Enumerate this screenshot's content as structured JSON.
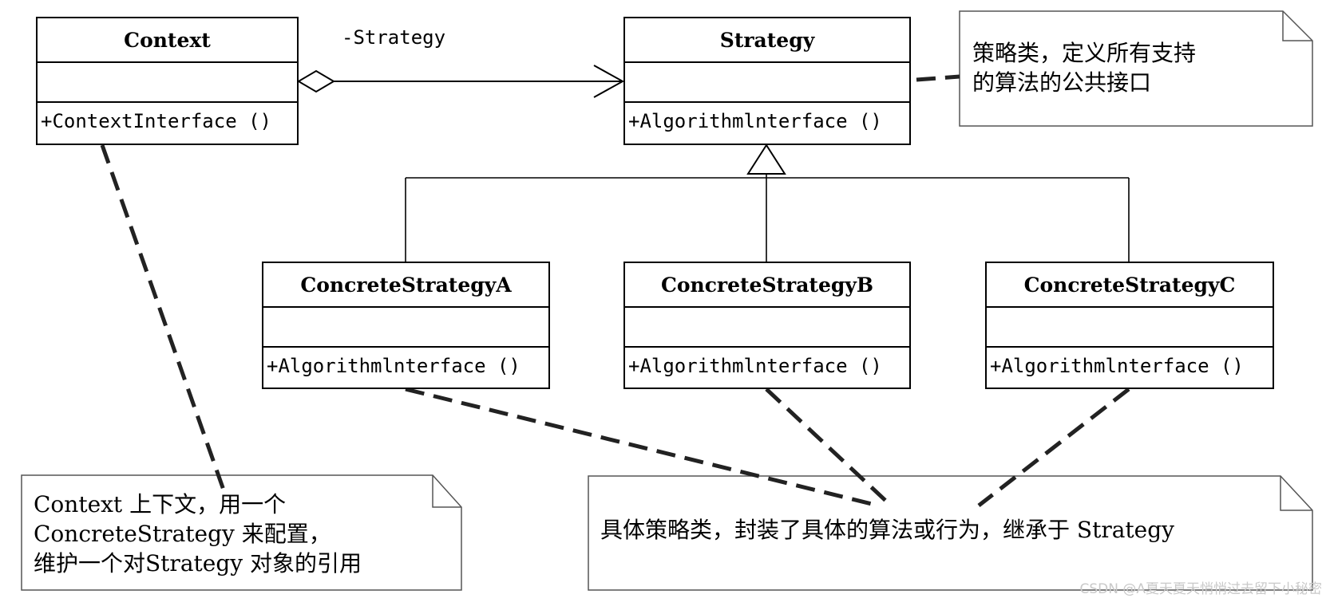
{
  "classes": {
    "context": {
      "name": "Context",
      "operation": "+ContextInterface ()"
    },
    "strategy": {
      "name": "Strategy",
      "operation": "+Algorithmlnterface ()"
    },
    "concrete_a": {
      "name": "ConcreteStrategyA",
      "operation": "+Algorithmlnterface ()"
    },
    "concrete_b": {
      "name": "ConcreteStrategyB",
      "operation": "+Algorithmlnterface ()"
    },
    "concrete_c": {
      "name": "ConcreteStrategyC",
      "operation": "+Algorithmlnterface ()"
    }
  },
  "association": {
    "label": "-Strategy"
  },
  "notes": {
    "strategy_note": {
      "lines": [
        "策略类，定义所有支持",
        "的算法的公共接口"
      ]
    },
    "context_note": {
      "lines": [
        "Context 上下文，用一个",
        "ConcreteStrategy 来配置，",
        "维护一个对Strategy 对象的引用"
      ]
    },
    "concrete_note": {
      "lines": [
        "具体策略类，封装了具体的算法或行为，继承于 Strategy"
      ]
    }
  },
  "watermark": "CSDN @A夏天夏天悄悄过去留下小秘密"
}
